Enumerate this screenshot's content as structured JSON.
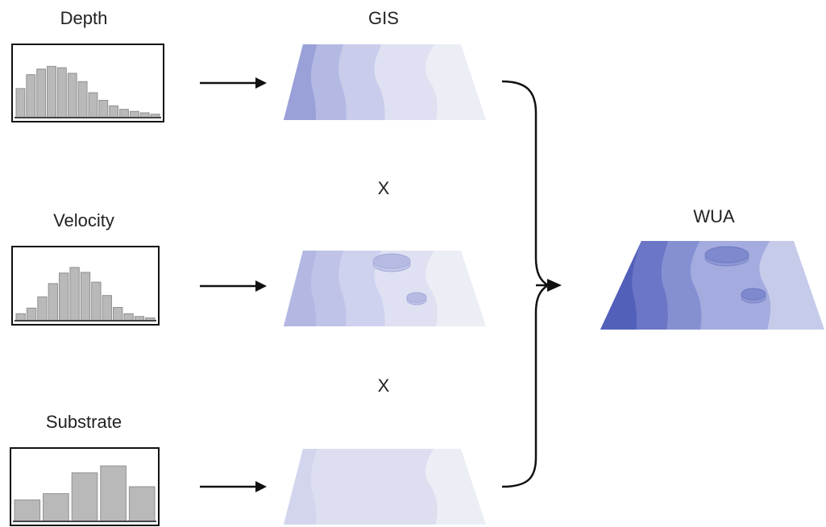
{
  "labels": {
    "depth": "Depth",
    "gis": "GIS",
    "times_1": "X",
    "velocity": "Velocity",
    "times_2": "X",
    "substrate": "Substrate",
    "wua": "WUA"
  },
  "histograms": {
    "depth": [
      0.42,
      0.62,
      0.7,
      0.74,
      0.72,
      0.64,
      0.52,
      0.36,
      0.25,
      0.17,
      0.12,
      0.09,
      0.07,
      0.05
    ],
    "velocity": [
      0.1,
      0.18,
      0.34,
      0.53,
      0.68,
      0.76,
      0.69,
      0.55,
      0.36,
      0.19,
      0.1,
      0.06,
      0.04
    ],
    "substrate": [
      0.31,
      0.4,
      0.7,
      0.8,
      0.5
    ]
  },
  "colors": {
    "bar": "#b9b9b9",
    "frame": "#111111",
    "map_dark": "#4f5db8",
    "map_light": "#e8e9f4"
  },
  "icons": {
    "arrow": "arrow-right-icon",
    "brace": "right-brace-icon",
    "map": "layered-map-icon"
  }
}
